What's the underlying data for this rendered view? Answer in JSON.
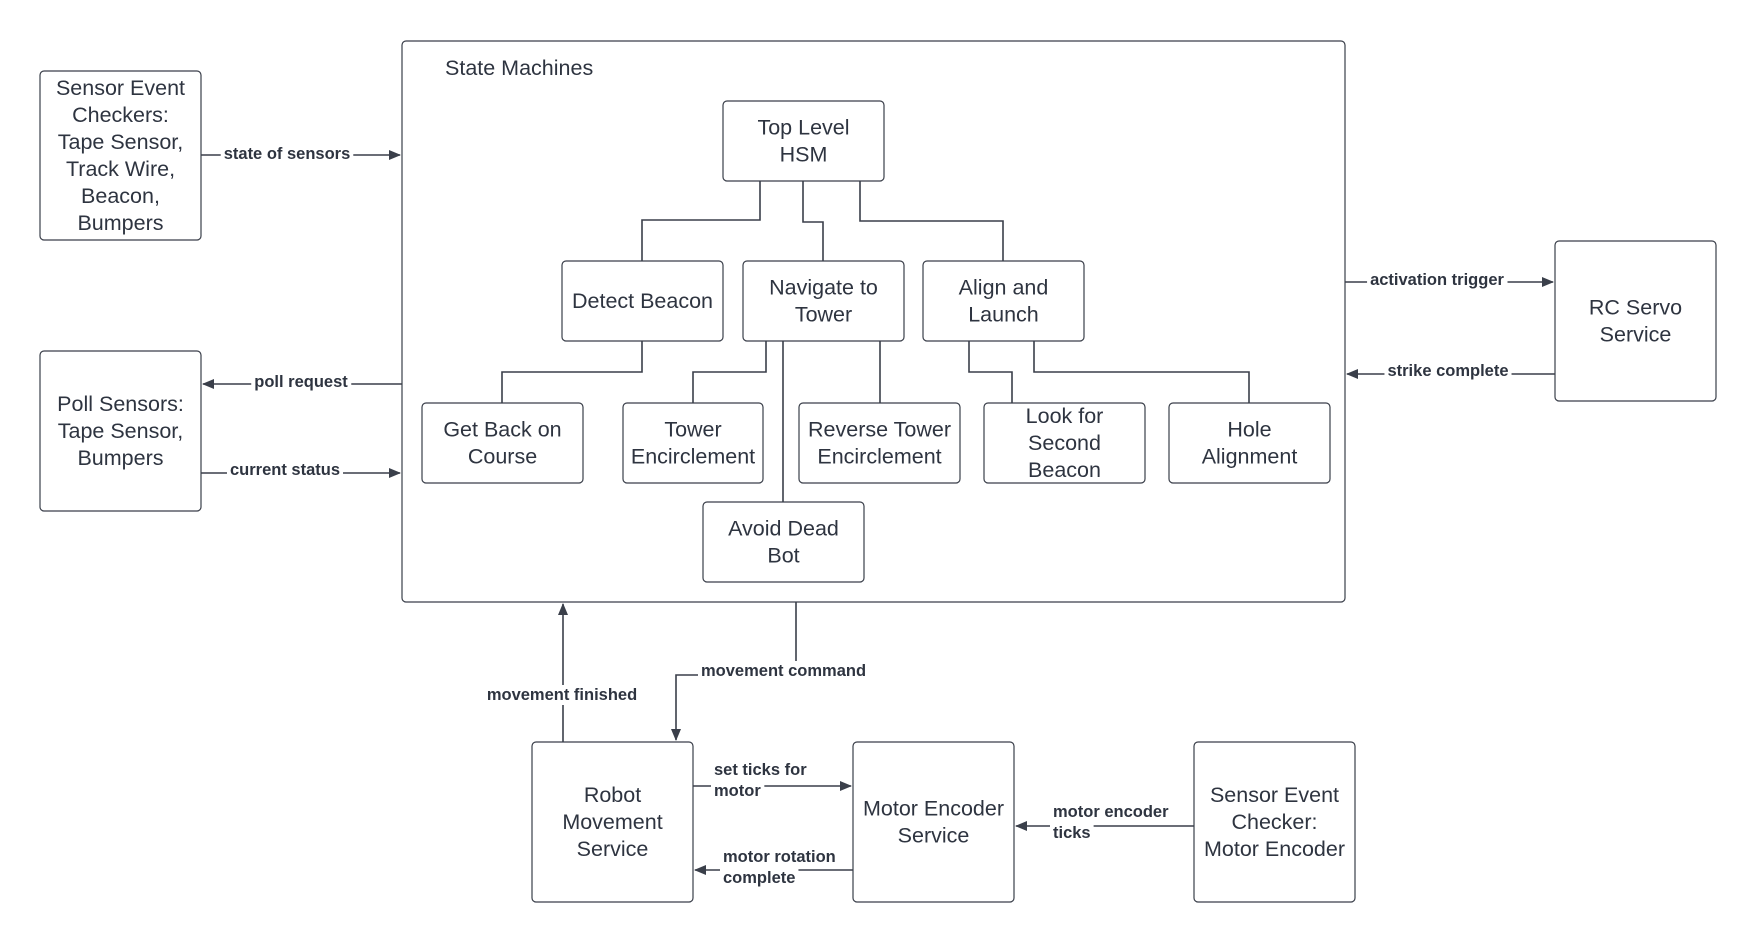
{
  "container": {
    "title": "State Machines"
  },
  "nodes": {
    "sensor_event_checkers": [
      "Sensor Event",
      "Checkers:",
      "Tape Sensor,",
      "Track Wire,",
      "Beacon,",
      "Bumpers"
    ],
    "poll_sensors": [
      "Poll Sensors:",
      "Tape Sensor,",
      "Bumpers"
    ],
    "rc_servo": [
      "RC Servo",
      "Service"
    ],
    "top_level_hsm": [
      "Top Level",
      "HSM"
    ],
    "detect_beacon": [
      "Detect Beacon"
    ],
    "navigate_to_tower": [
      "Navigate to",
      "Tower"
    ],
    "align_and_launch": [
      "Align and",
      "Launch"
    ],
    "get_back_on_course": [
      "Get Back on",
      "Course"
    ],
    "tower_encirclement": [
      "Tower",
      "Encirclement"
    ],
    "reverse_tower_encirclement": [
      "Reverse Tower",
      "Encirclement"
    ],
    "look_for_second_beacon": [
      "Look for",
      "Second",
      "Beacon"
    ],
    "hole_alignment": [
      "Hole",
      "Alignment"
    ],
    "avoid_dead_bot": [
      "Avoid Dead",
      "Bot"
    ],
    "robot_movement": [
      "Robot",
      "Movement",
      "Service"
    ],
    "motor_encoder_service": [
      "Motor Encoder",
      "Service"
    ],
    "motor_encoder_checker": [
      "Sensor Event",
      "Checker:",
      "Motor Encoder"
    ]
  },
  "edges": {
    "state_of_sensors": [
      "state of sensors"
    ],
    "poll_request": [
      "poll request"
    ],
    "current_status": [
      "current status"
    ],
    "activation_trigger": [
      "activation trigger"
    ],
    "strike_complete": [
      "strike complete"
    ],
    "movement_finished": [
      "movement finished"
    ],
    "movement_command": [
      "movement command"
    ],
    "set_ticks_for_motor": [
      "set ticks for",
      "motor"
    ],
    "motor_rotation_complete": [
      "motor rotation",
      "complete"
    ],
    "motor_encoder_ticks": [
      "motor encoder",
      "ticks"
    ]
  }
}
